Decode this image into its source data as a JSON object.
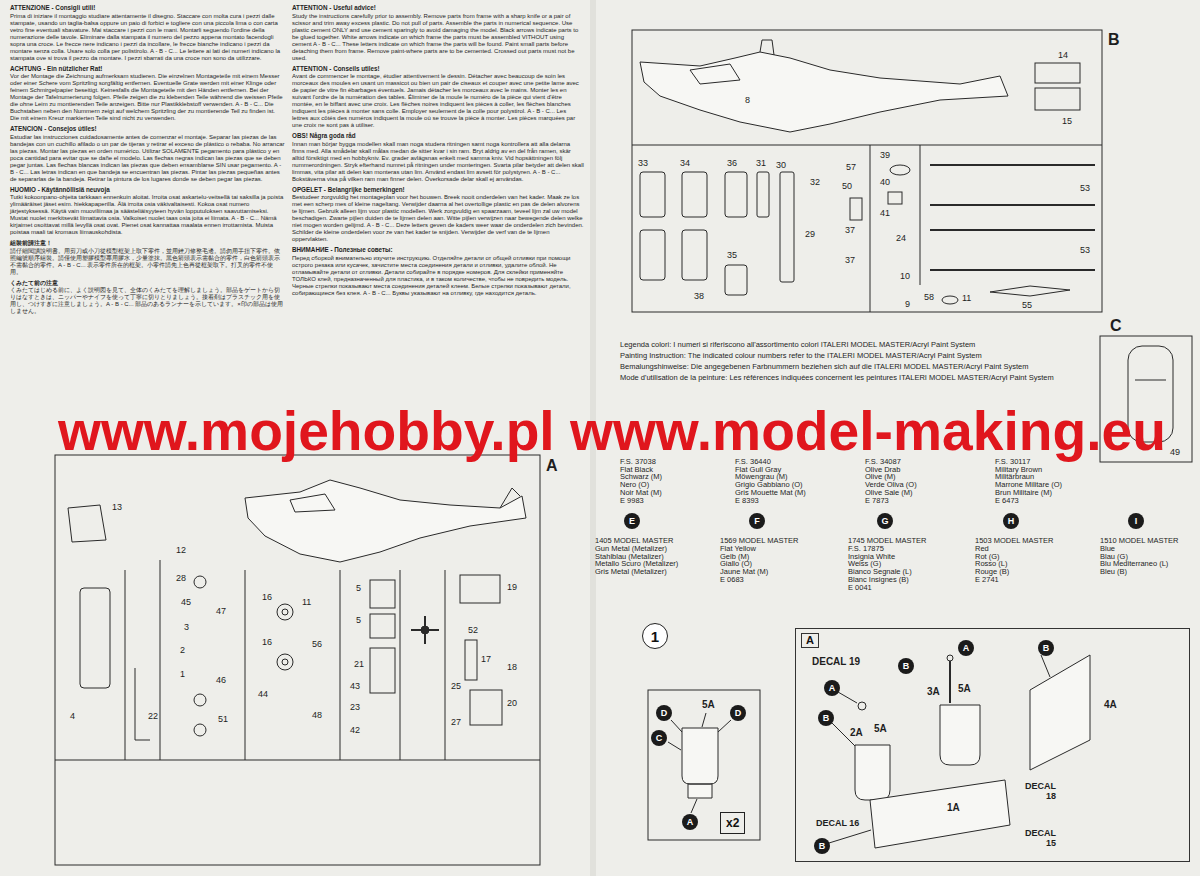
{
  "diagram": {
    "nodes": [
      {
        "text": [
          "E"
        ]
      },
      {
        "text": [
          "F"
        ]
      },
      {
        "text": [
          "G"
        ]
      },
      {
        "text": [
          "H"
        ]
      },
      {
        "text": [
          "I"
        ]
      },
      {
        "text": [
          "1"
        ]
      },
      {
        "text": [
          "A"
        ]
      },
      {
        "text": [
          "B"
        ],
        "in": 6
      },
      {
        "text": [
          "A"
        ],
        "in": 6
      },
      {
        "text": [
          "B"
        ],
        "in": 6
      },
      {
        "text": [
          "A"
        ],
        "in": 6
      },
      {
        "text": [
          "B"
        ],
        "in": 6
      },
      {
        "text": [
          "B"
        ],
        "in": 6
      },
      {
        "text": [
          "D"
        ]
      },
      {
        "text": [
          "D"
        ]
      },
      {
        "text": [
          "C"
        ]
      },
      {
        "text": [
          "A"
        ]
      },
      {
        "text": [
          "x2"
        ]
      }
    ],
    "labels": [
      "ATTENZIONE - Consigli utili!",
      "Prima di iniziare il montaggio studiare attentamente il disegno. Staccare con molta cura i pezzi dalle stampate, usando un taglia-balsa oppure un paio di forbici e togliere con una piccola lima o con carta vetro fine eventuali sbavature. Mai staccare i pezzi con le mani. Montarli seguendo l'ordine della numerazione delle tavole. Eliminare dalla stampata il numero del pezzo appena montato facendogli sopra una croce. Le frecce nere indicano i pezzi da incollare, le frecce bianche indicano i pezzi da montare senza colla. Usare solo colla per polistirolo. A - B - C... Le lettere ai lati dei numeri indicano la stampata ove si trova il pezzo da montare. I pezzi sbarrati da una croce non sono da utilizzare.",
      "ACHTUNG - Ein nützlicher Rat!",
      "Vor der Montage die Zeichnung aufmerksam studieren. Die einzelnen Montageteile mit einem Messer oder einer Schere vom Spritzling sorgfältig entfernen. Eventuelle Grate werden mit einer Klinge oder feinem Schmirgelpapier beseitigt. Keinesfalls die Montageteile mit den Händen entfernen. Bei der Montage der Tafelnumerierung folgen. Pfeile zeigen die zu klebenden Teile während die weissen Pfeile die ohne Leim zu montierenden Teile anzeigen. Bitte nur Plastikklebstoff verwenden. A - B - C... Die Buchstaben neben den Nummern zeigt auf welchem Spritzling der zu montierende Teil zu finden ist. Die mit einem Kreuz markierten Teile sind nicht zu verwenden.",
      "ATENCION - Consejos útiles!",
      "Estudiar las instrucciones cuidadosamente antes de comenzar el montaje. Separar las piezas de las bandejas con un cuchillo afilado o un par de tijeras y retirar el exceso de plástico o rebaba. No arrancar las piezas. Montar las piezas en orden numérico. Utilizar SOLAMENTE pegamento para plástico y en poca cantidad para evitar que se dañe el modelo. Las flechas negras indican las piezas que se deben pegar juntas. Las flechas blancas indican las piezas que deben ensamblarse SIN usar pegamento. A - B - C... Las letras indican en que bandeja se encuentran las piezas. Pintar las piezas pequeñas antes de separarlas de la bandeja. Retirar la pintura de los lugares donde se deben pegar las piezas.",
      "HUOMIO - Käytännöllisiä neuvoja",
      "Tutki kokoonpano-ohjeita tarkkaan ennenkuin aloitat. Irroita osat askartelu-veitsellä tai saksilla ja poista ylimääräiset jäset esim. hiekkapaperilla. Älä irroita osia väkivaltaisesti. Kokoa osat numero järjestyksessä. Käytä vain muoviliimaa ja säästeliäisyyteen hyvän lopputuloksen saavuttamiseksi. Mustat nuolet merkitsevät liimattavia osia. Valkoiset nuolet taas osia joita ei liimata. A - B - C... Nämä kirjaimet osoittavat millä levyllä osat ovat. Pienet osat kannattaa maalata ennen irrottamista. Muista poistaa maali tai kromaus liimauskohdista.",
      "組裝前請注意！",
      "請仔細閱讀說明書。用剪刀或小刀從模型框架上取下零件，並用銼刀修整毛邊。請勿用手扭下零件。依照編號順序組裝。請僅使用塑膠模型專用膠水，少量塗抹。黑色箭頭表示需黏合的零件，白色箭頭表示不需黏合的零件。A - B - C... 表示零件所在的框架。小零件請先上色再從框架取下。打叉的零件不使用。",
      "くみたて前の注意",
      "くみたてはじめる前に、よく説明図を見て、全体のくみたてを理解しましょう。部品をゲートから切りはなすときは、ニッパーやナイフを使って丁寧に切りとりましょう。接着剤はプラスチック用を使用し、つけすぎに注意しましょう。A - B - C... 部品のあるランナーを示しています。×印の部品は使用しません。",
      "ATTENTION - Useful advice!",
      "Study the instructions carefully prior to assembly. Remove parts from frame with a sharp knife or a pair of scissor and trim away excess plastic. Do not pull of parts. Assemble the parts in numerical sequence. Use plastic cement ONLY and use cement sparingly to avoid damaging the model. Black arrows indicate parts to be glued together. White arrows indicate on which frame the parts must be assembled VITHOUT using cement A - B - C... These letters indicate on which frame the parts will be found. Paint small parts before detaching them from frame. Remove paint-where parts are to be cemented. Crossed out parts must not be used.",
      "ATTENTION - Conseils utiles!",
      "Avant de commencer le montage, étudier attentivement le dessin. Détacher avec beaucoup de soin les morceaux des moules en usant un massicot ou bien un pair de ciseaux et couper avec une petite lame avec de papier de vitre fin ébarbages éventuels. Jamais détacher les morceaux avec le mains. Monter les en suivant l'ordre de la numération des tables. Éliminer de la moule le numéro de la pièce qui vient d'être montée, en le biffant avec une croix. Les flèches noires indiquent les pièces à coller, les flèches blanches indiquent les pièces à monter sans colle. Employer seulement de la colle pour polystirol. A - B - C... Les lettres aux côtés des numéros indiquent la moule où se trouve la pièce à monter. Les pièces marquées par une croix ne sont pas à utiliser.",
      "OBS! Några goda råd",
      "Innan man börjar bygga modellen skall man noga studera ritningen samt noga kontrollera att alla delarna finns med. Alla smådelar skall målas medan de sitter kvar i sin ram. Bryt aldrig av en del från ramen, skär alltid försiktigt med en hobbykniv. Ev. grader avlägsnas enkelt med samma kniv. Vid hopsättningen följ nummerordningen. Stryk efterhand numret på ritningen under monteringen. Svarta pilar betyder att delen skall limmas, vita pilar att delen kan monteras utan lim. Använd endast lim avsett för polystyren. A - B - C... Bokstäverna visa på vilken ram man finner delen. Överkorsade delar skall ej användas.",
      "OPGELET - Belangrijke bemerkingen!",
      "Bestudeer zorgvuldig het montageplan voor het bouwen. Breek nooit onderdelen van het kader. Maak ze los met een scherp mes of kleine nageltang. Verwijder daarna al het overtollige plastic en pas de delen alvorens te lijmen. Gebruik alleen lijm voor plastic modellen. Werk zorgvuldig en spaarzaam, teveel lijm zal uw model beschadigen. Zwarte pijlen duiden de te lijmen delen aan. Witte pijlen verwijzen naar bewegende delen welke niet mogen worden gelijmd. A - B - C... Deze letters geven de kaders weer waar de onderdelen zich bevinden. Schilder de kleine onderdelen voor ze van het kader te snijden. Verwijder de verf van de te lijmen oppervlakten.",
      "ВНИМАНИЕ - Полезные советы:",
      "Перед сборкой внимательно изучите инструкцию. Отделяйте детали от общей отливки при помощи острого резака или кусачек, зачистите места соединения детали и отливки, удалите облой. Не отламывайте детали от отливки. Детали собирайте в порядке номеров. Для склейки применяйте ТОЛЬКО клей, предназначенный для пластика, и в таком количестве, чтобы не повредить модель. Черные стрелки показывают места соединения деталей клеем. Белые стрелки показывают детали, собирающиеся без клея. A - B - C... Буквы указывают на отливку, где находится деталь.",
      "Legenda colori: I numeri si riferiscono all'assortimento colori ITALERI MODEL MASTER/Acryl Paint System",
      "Painting Instruction: The indicated colour numbers refer to the ITALERI MODEL MASTER/Acryl Paint System",
      "Bemalungshinweise: Die angegebenen Farbnummern beziehen sich auf die ITALERI MODEL MASTER/Acryl Paint System",
      "Mode d'utilisation de la peinture: Les références indiquées concernent les peintures ITALERI MODEL MASTER/Acryl Paint System",
      "www.mojehobby.pl www.model-making.eu",
      "F.S. 37038",
      "Flat Black",
      "Schwarz (M)",
      "Nero (O)",
      "Noir Mat (M)",
      "E 9983",
      "F.S. 36440",
      "Flat Gull Gray",
      "Möwengrau (M)",
      "Grigio Gabbiano (O)",
      "Gris Mouette Mat (M)",
      "E 8393",
      "F.S. 34087",
      "Olive Drab",
      "Olive (M)",
      "Verde Oliva (O)",
      "Olive Sale (M)",
      "E 7873",
      "F.S. 30117",
      "Military Brown",
      "Militärbraun",
      "Marrone Militare (O)",
      "Brun Militaire (M)",
      "E 6473",
      "1405 MODEL MASTER",
      "Gun Metal (Metalizer)",
      "Stahlblau (Metalizer)",
      "Metallo Scuro (Metalizer)",
      "Gris Metal (Metalizer)",
      "1569 MODEL MASTER",
      "Flat Yellow",
      "Gelb (M)",
      "Giallo (O)",
      "Jaune Mat (M)",
      "E 0683",
      "1745 MODEL MASTER",
      "F.S. 17875",
      "Insignia White",
      "Weiss (G)",
      "Bianco Segnale (L)",
      "Blanc Insignes (B)",
      "E 0041",
      "1503 MODEL MASTER",
      "Red",
      "Rot (G)",
      "Rosso (L)",
      "Rouge (B)",
      "E 2741",
      "1510 MODEL MASTER",
      "Blue",
      "Blau (G)",
      "Blu Mediterraneo (L)",
      "Bleu (B)",
      "B",
      "8",
      "14",
      "15",
      "33",
      "34",
      "36",
      "31",
      "30",
      "32",
      "57",
      "50",
      "39",
      "40",
      "41",
      "29",
      "24",
      "37",
      "35",
      "37",
      "10",
      "9",
      "38",
      "58",
      "11",
      "55",
      "53",
      "53",
      "C",
      "49",
      "A",
      "13",
      "12",
      "28",
      "45",
      "3",
      "2",
      "1",
      "47",
      "46",
      "51",
      "44",
      "16",
      "16",
      "11",
      "56",
      "48",
      "5",
      "5",
      "21",
      "43",
      "23",
      "42",
      "52",
      "25",
      "27",
      "19",
      "17",
      "18",
      "20",
      "4",
      "22",
      "5A",
      "DECAL 19",
      "3A",
      "5A",
      "2A",
      "5A",
      "4A",
      "1A",
      "DECAL 16",
      "DECAL 18",
      "DECAL 15"
    ]
  }
}
